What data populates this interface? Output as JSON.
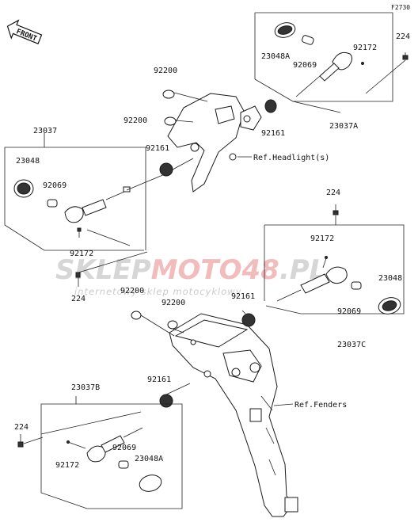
{
  "diagram_code": "F2730",
  "front_label": "FRONT",
  "watermark": {
    "brand_a": "SKLEP",
    "brand_b": "MOTO",
    "brand_c": "48",
    "brand_d": ".PL",
    "tagline": "internetowy sklep motocyklowy",
    "color_gray": "#d4d4d4",
    "color_red": "#f3b9b9"
  },
  "labels": {
    "l2730": "F2730",
    "l224_tr": "224",
    "l92172_tr": "92172",
    "l23048a_tr": "23048A",
    "l92069_tr": "92069",
    "l23037a": "23037A",
    "l92200_top": "92200",
    "l92200_mid": "92200",
    "l92161_top": "92161",
    "l92161_left": "92161",
    "l23037": "23037",
    "l23048": "23048",
    "l92069_l": "92069",
    "l92172_l": "92172",
    "l224_l": "224",
    "l224_r": "224",
    "l92172_r": "92172",
    "l23048_r": "23048",
    "l92069_r": "92069",
    "l23037c": "23037C",
    "l92161_r": "92161",
    "l92200_a": "92200",
    "l92200_b": "92200",
    "l92161_b": "92161",
    "l23037b": "23037B",
    "l224_b": "224",
    "l92069_b": "92069",
    "l92172_b": "92172",
    "l23048a_b": "23048A"
  },
  "refs": {
    "headlight": "Ref.Headlight(s)",
    "fenders": "Ref.Fenders"
  }
}
